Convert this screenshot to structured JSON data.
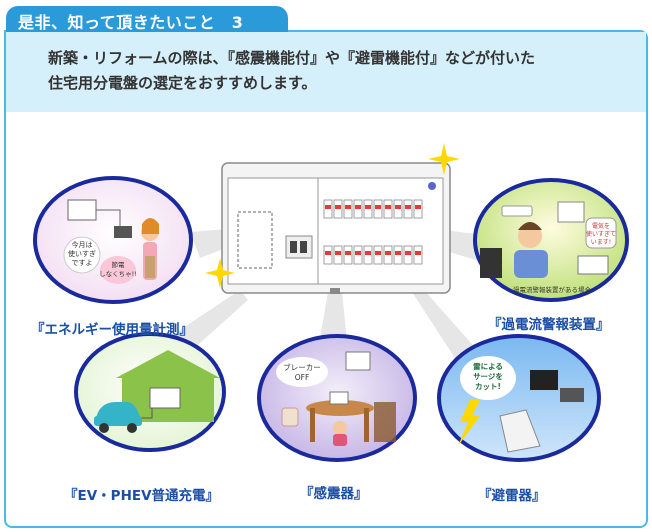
{
  "header": {
    "title": "是非、知って頂きたいこと　3"
  },
  "intro": {
    "line1": "新築・リフォームの際は、『感震機能付』や『避雷機能付』などが付いた",
    "line2": "住宅用分電盤の選定をおすすめします。"
  },
  "features": [
    {
      "label": "『エネルギー使用量計測』",
      "bubbles": [
        "今月は",
        "使いすぎ",
        "ですよ",
        "節電",
        "しなくちゃ!!"
      ]
    },
    {
      "label": "『過電流警報装置』",
      "bubbles": [
        "電気を",
        "使いすぎて",
        "います!",
        "過電流警報装置がある場合"
      ]
    },
    {
      "label": "『EV・PHEV普通充電』",
      "bubbles": []
    },
    {
      "label": "『感震器』",
      "bubbles": [
        "ブレーカー",
        "OFF"
      ]
    },
    {
      "label": "『避雷器』",
      "bubbles": [
        "雷による",
        "サージを",
        "カット!"
      ]
    }
  ],
  "colors": {
    "tab": "#2a9bd8",
    "frame": "#4fb7e6",
    "band": "#d6f0fb",
    "label": "#1b4fa3",
    "circle_border": "#1a2a9c"
  }
}
